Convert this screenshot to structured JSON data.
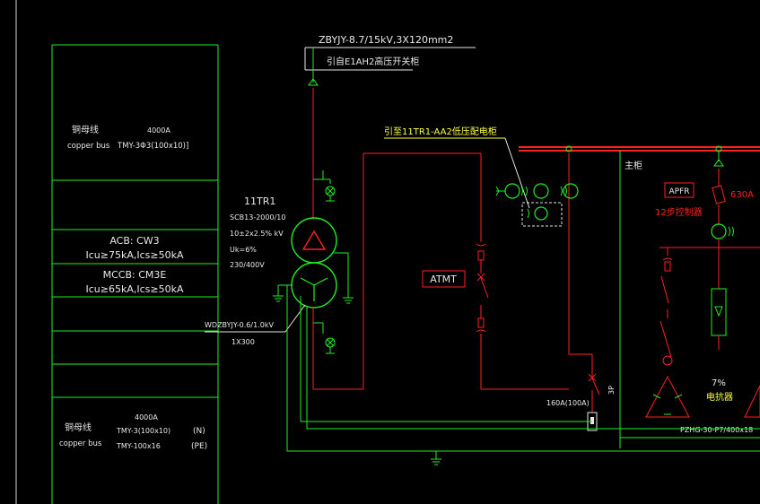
{
  "colors": {
    "background": "#000000",
    "white": "#e8e8e8",
    "red": "#ff2020",
    "green": "#22ee22",
    "yellow": "#ffff40"
  },
  "left_panel": {
    "copper_bus_top": {
      "cn": "铜母线",
      "en": "copper bus",
      "rating": "4000A",
      "spec": "TMY-3Φ3(100x10)]"
    },
    "acb": {
      "line1": "ACB: CW3",
      "line2": "Icu≥75kA,Ics≥50kA"
    },
    "mccb": {
      "line1": "MCCB: CM3E",
      "line2": "Icu≥65kA,Ics≥50kA"
    },
    "copper_bus_bottom": {
      "cn": "铜母线",
      "en": "copper bus",
      "rating": "4000A",
      "spec_n": "TMY-3(100x10)",
      "spec_pe": "TMY-100x16",
      "label_n": "(N)",
      "label_pe": "(PE)"
    }
  },
  "feeder": {
    "cable": "ZBYJY-8.7/15kV,3X120mm2",
    "source": "引自E1AH2高压开关柜"
  },
  "transformer": {
    "tag": "11TR1",
    "model": "SCB13-2000/10",
    "ratio": "10±2x2.5% kV",
    "uk": "Uk=6%",
    "voltage": "230/400V",
    "lv_cable": "WDZBYJY-0.6/1.0kV",
    "lv_cable_size": "1X300"
  },
  "atmt_label": "ATMT",
  "ct_note": "引至11TR1-AA2低压配电柜",
  "breaker_rating": "160A(100A)",
  "breaker_poles": "3P",
  "main_cabinet": "主柜",
  "apfr": {
    "label": "APFR",
    "note": "12步控制器",
    "rating": "630A"
  },
  "reactor": {
    "pct": "7%",
    "label": "电抗器"
  },
  "pzhg": "PZHG-30-P7/400x18"
}
